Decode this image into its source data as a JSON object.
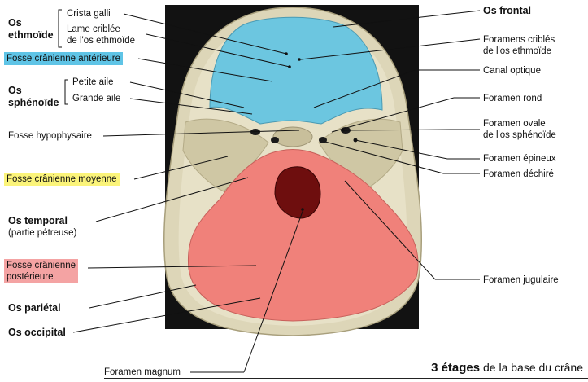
{
  "left_labels": {
    "os_ethmoide": "Os\nethmoïde",
    "crista_galli": "Crista galli",
    "lame_criblee": "Lame criblée\nde l'os ethmoïde",
    "fosse_anterieure": "Fosse crânienne antérieure",
    "os_sphenoide": "Os\nsphénoïde",
    "petite_aile": "Petite aile",
    "grande_aile": "Grande aile",
    "fosse_hypophysaire": "Fosse hypophysaire",
    "fosse_moyenne": "Fosse crânienne moyenne",
    "os_temporal": "Os temporal",
    "partie_petreuse": "(partie pétreuse)",
    "fosse_posterieure": "Fosse crânienne\npostérieure",
    "os_parietal": "Os pariétal",
    "os_occipital": "Os occipital",
    "foramen_magnum": "Foramen magnum"
  },
  "right_labels": {
    "os_frontal": "Os frontal",
    "foramens_cribles": "Foramens criblés\nde l'os ethmoïde",
    "canal_optique": "Canal optique",
    "foramen_rond": "Foramen rond",
    "foramen_ovale": "Foramen ovale\nde l'os sphénoïde",
    "foramen_epineux": "Foramen épineux",
    "foramen_dechire": "Foramen déchiré",
    "foramen_jugulaire": "Foramen jugulaire"
  },
  "caption": {
    "bold": "3 étages",
    "rest": " de la base du crâne"
  },
  "colors": {
    "anterior_fossa": "#6cc6e0",
    "posterior_fossa": "#f0817a",
    "foramen_magnum": "#6e0e0e",
    "bone": "#ddd6b8",
    "background": "#121212"
  }
}
